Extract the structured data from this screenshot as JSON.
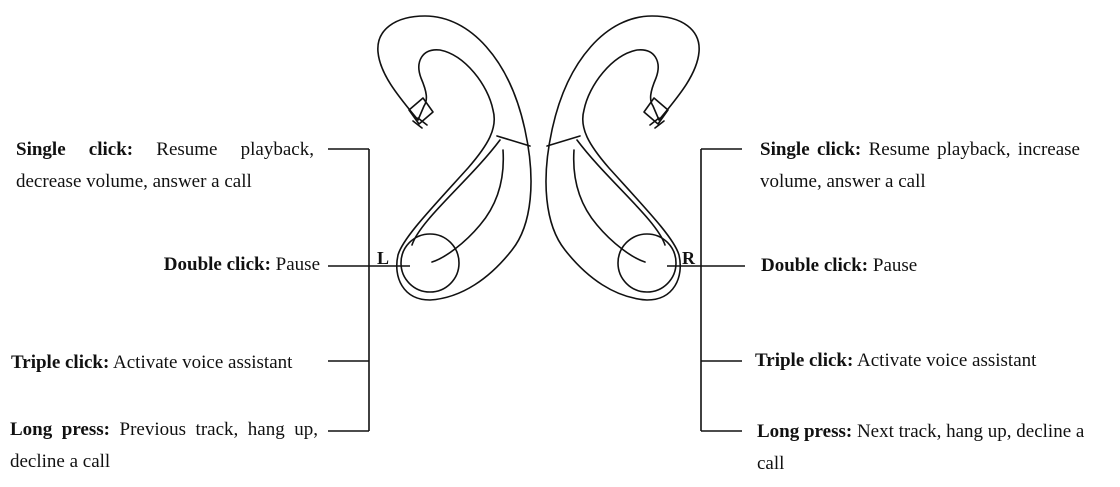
{
  "left": {
    "marker": "L",
    "single": {
      "label": "Single click:",
      "text": " Resume playback, decrease volume, answer a call"
    },
    "double": {
      "label": "Double click:",
      "text": " Pause"
    },
    "triple": {
      "label": "Triple click:",
      "text": " Activate voice assistant"
    },
    "long": {
      "label": "Long press:",
      "text": " Previous track, hang up, decline a call"
    }
  },
  "right": {
    "marker": "R",
    "single": {
      "label": "Single click:",
      "text": " Resume playback, increase volume, answer a call"
    },
    "double": {
      "label": "Double click:",
      "text": " Pause"
    },
    "triple": {
      "label": "Triple click:",
      "text": " Activate voice assistant"
    },
    "long": {
      "label": "Long press:",
      "text": " Next track, hang up, decline a call"
    }
  },
  "colors": {
    "line": "#111111",
    "background": "#ffffff"
  },
  "icons": [
    "left-earhook-icon",
    "right-earhook-icon",
    "touch-button-icon"
  ]
}
